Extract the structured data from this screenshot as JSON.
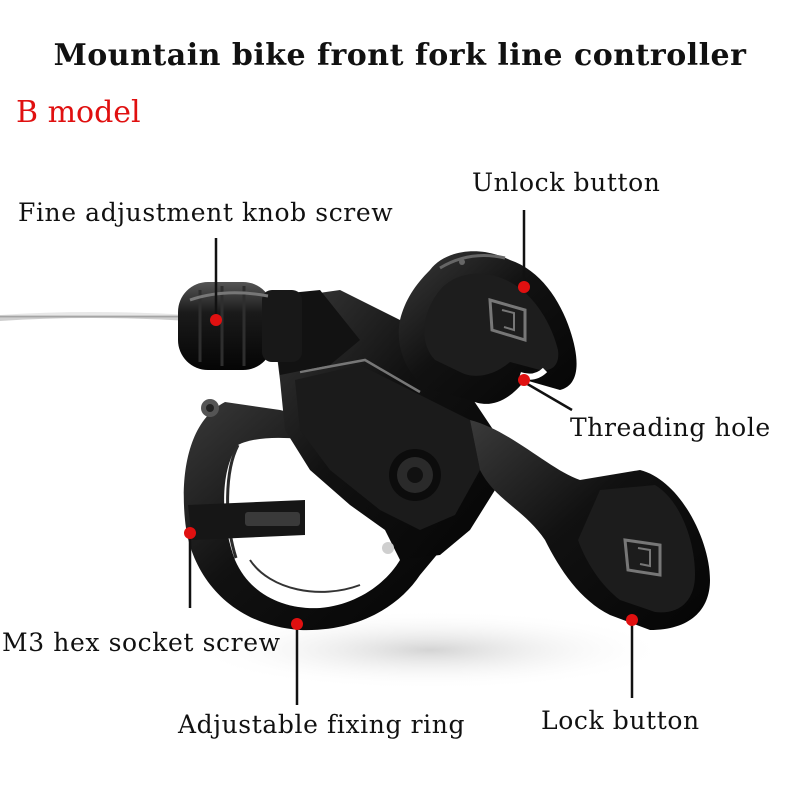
{
  "title": "Mountain bike front fork line controller",
  "model": "B model",
  "labels": {
    "fine_adjustment": "Fine adjustment knob screw",
    "unlock_button": "Unlock button",
    "threading_hole": "Threading hole",
    "m3_screw": "M3 hex socket screw",
    "fixing_ring": "Adjustable fixing ring",
    "lock_button": "Lock button"
  },
  "colors": {
    "title": "#111111",
    "model": "#e01010",
    "marker": "#e01010",
    "product": "#0d0d0d"
  }
}
